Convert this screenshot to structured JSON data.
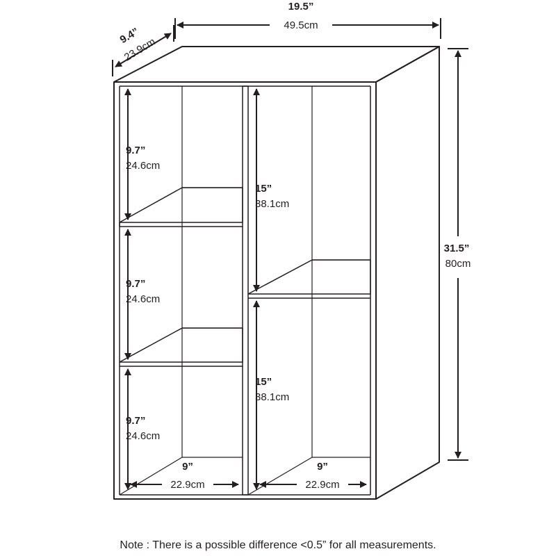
{
  "dimensions": {
    "width": {
      "inch": "19.5”",
      "cm": "49.5cm"
    },
    "depth": {
      "inch": "9.4”",
      "cm": "23.9cm"
    },
    "height": {
      "inch": "31.5”",
      "cm": "80cm"
    },
    "left_top": {
      "inch": "9.7”",
      "cm": "24.6cm"
    },
    "left_middle": {
      "inch": "9.7”",
      "cm": "24.6cm"
    },
    "left_bottom": {
      "inch": "9.7”",
      "cm": "24.6cm"
    },
    "right_top": {
      "inch": "15”",
      "cm": "38.1cm"
    },
    "right_bottom": {
      "inch": "15”",
      "cm": "38.1cm"
    },
    "left_inner_width": {
      "inch": "9”",
      "cm": "22.9cm"
    },
    "right_inner_width": {
      "inch": "9”",
      "cm": "22.9cm"
    }
  },
  "note": "Note : There is a possible difference <0.5” for all measurements.",
  "colors": {
    "line": "#231f20",
    "background": "#ffffff"
  }
}
